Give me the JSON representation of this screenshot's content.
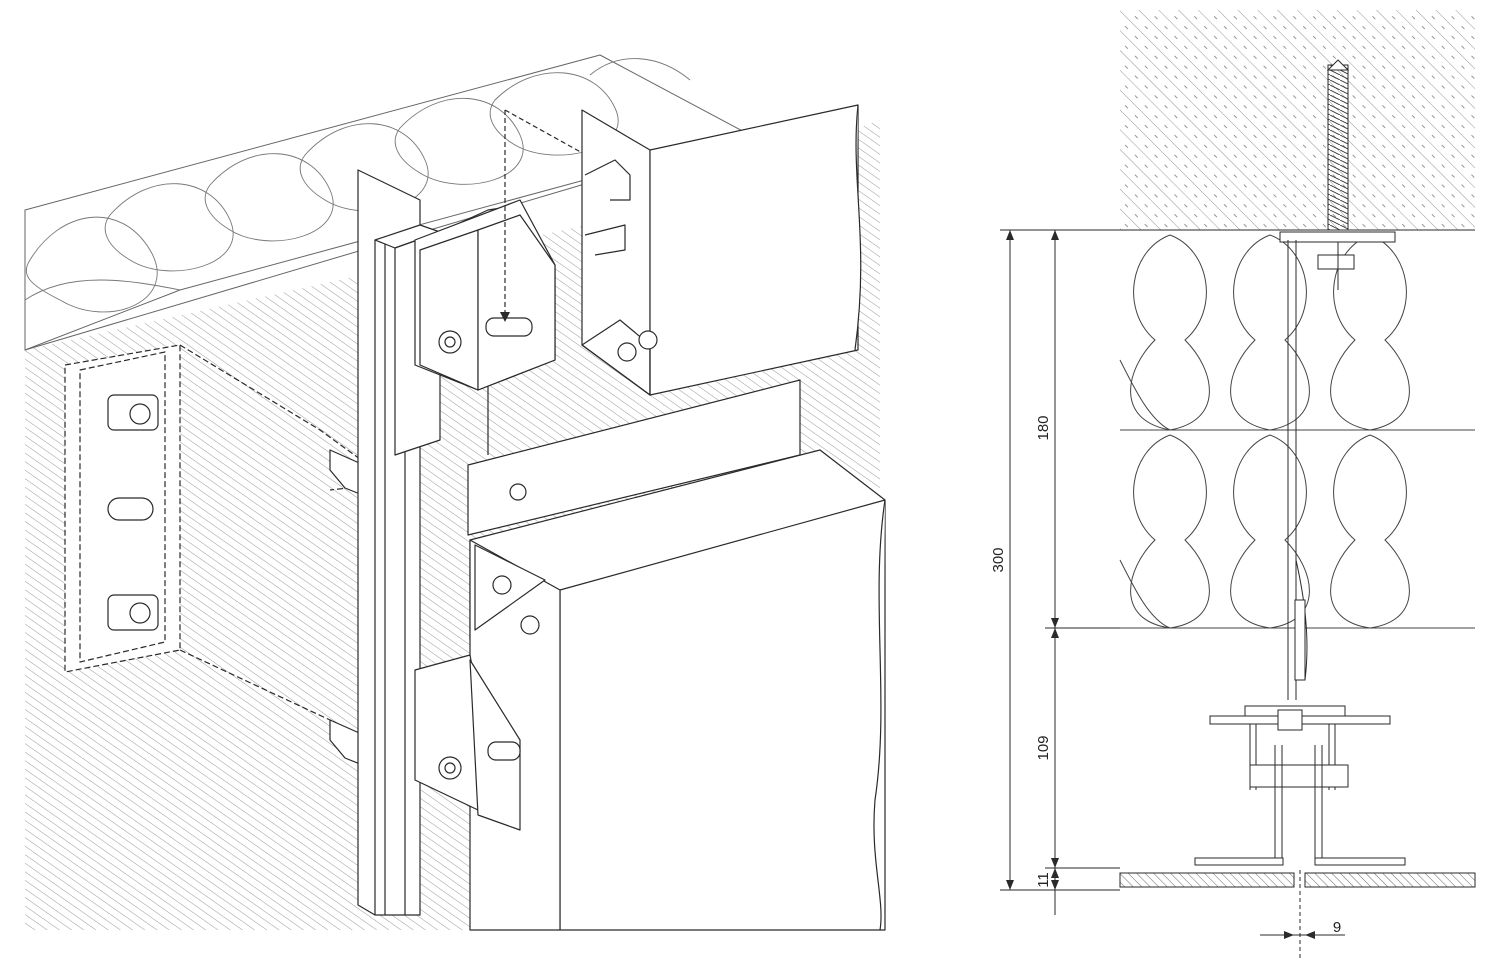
{
  "figure": {
    "left_view": "isometric-facade-substructure",
    "right_view": "section-detail"
  },
  "dimensions": {
    "total": "300",
    "insulation": "180",
    "cavity": "109",
    "panel": "11",
    "joint": "9"
  },
  "colors": {
    "line": "#2a2a2a",
    "hatch": "#9a9a9a",
    "fill": "#ffffff"
  }
}
